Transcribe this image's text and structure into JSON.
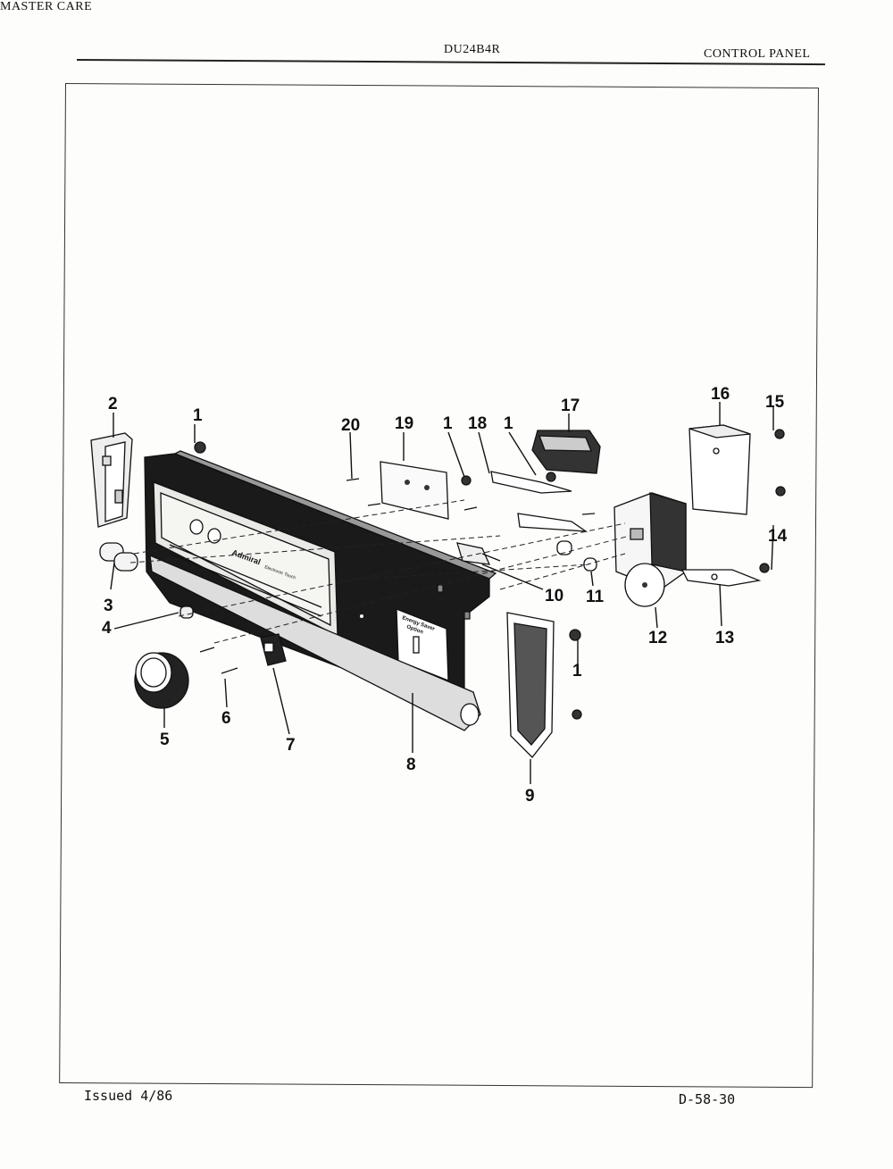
{
  "header": {
    "left": "MASTER CARE",
    "center": "DU24B4R",
    "right": "CONTROL PANEL"
  },
  "footer": {
    "left": "Issued 4/86",
    "right": "D-58-30"
  },
  "panel_text": {
    "brand": "Admiral",
    "brand_sub": "Electronic Touch",
    "option_title": "Energy Saver",
    "option_sub": "Option"
  },
  "callouts": [
    "1",
    "2",
    "1",
    "3",
    "4",
    "5",
    "6",
    "7",
    "8",
    "9",
    "1",
    "10",
    "11",
    "12",
    "13",
    "14",
    "15",
    "16",
    "17",
    "1",
    "18",
    "1",
    "19",
    "20"
  ]
}
